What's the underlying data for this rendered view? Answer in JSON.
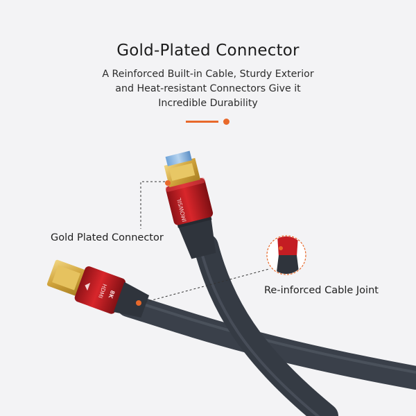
{
  "header": {
    "title": "Gold-Plated Connector",
    "subtitle_lines": [
      "A Reinforced Built-in Cable, Sturdy Exterior",
      "and Heat-resistant Connectors Give it",
      "Incredible Durability"
    ]
  },
  "callouts": {
    "left": "Gold Plated Connector",
    "right": "Re-inforced Cable Joint"
  },
  "product": {
    "brand_mark": "IMOWSIL",
    "port_mark": "HDMI",
    "rating_mark": "8K"
  },
  "colors": {
    "accent": "#e8692b",
    "background": "#f3f3f5",
    "cable": "#3c424c",
    "connector_red": "#c81e24",
    "gold": "#d9b24a"
  }
}
